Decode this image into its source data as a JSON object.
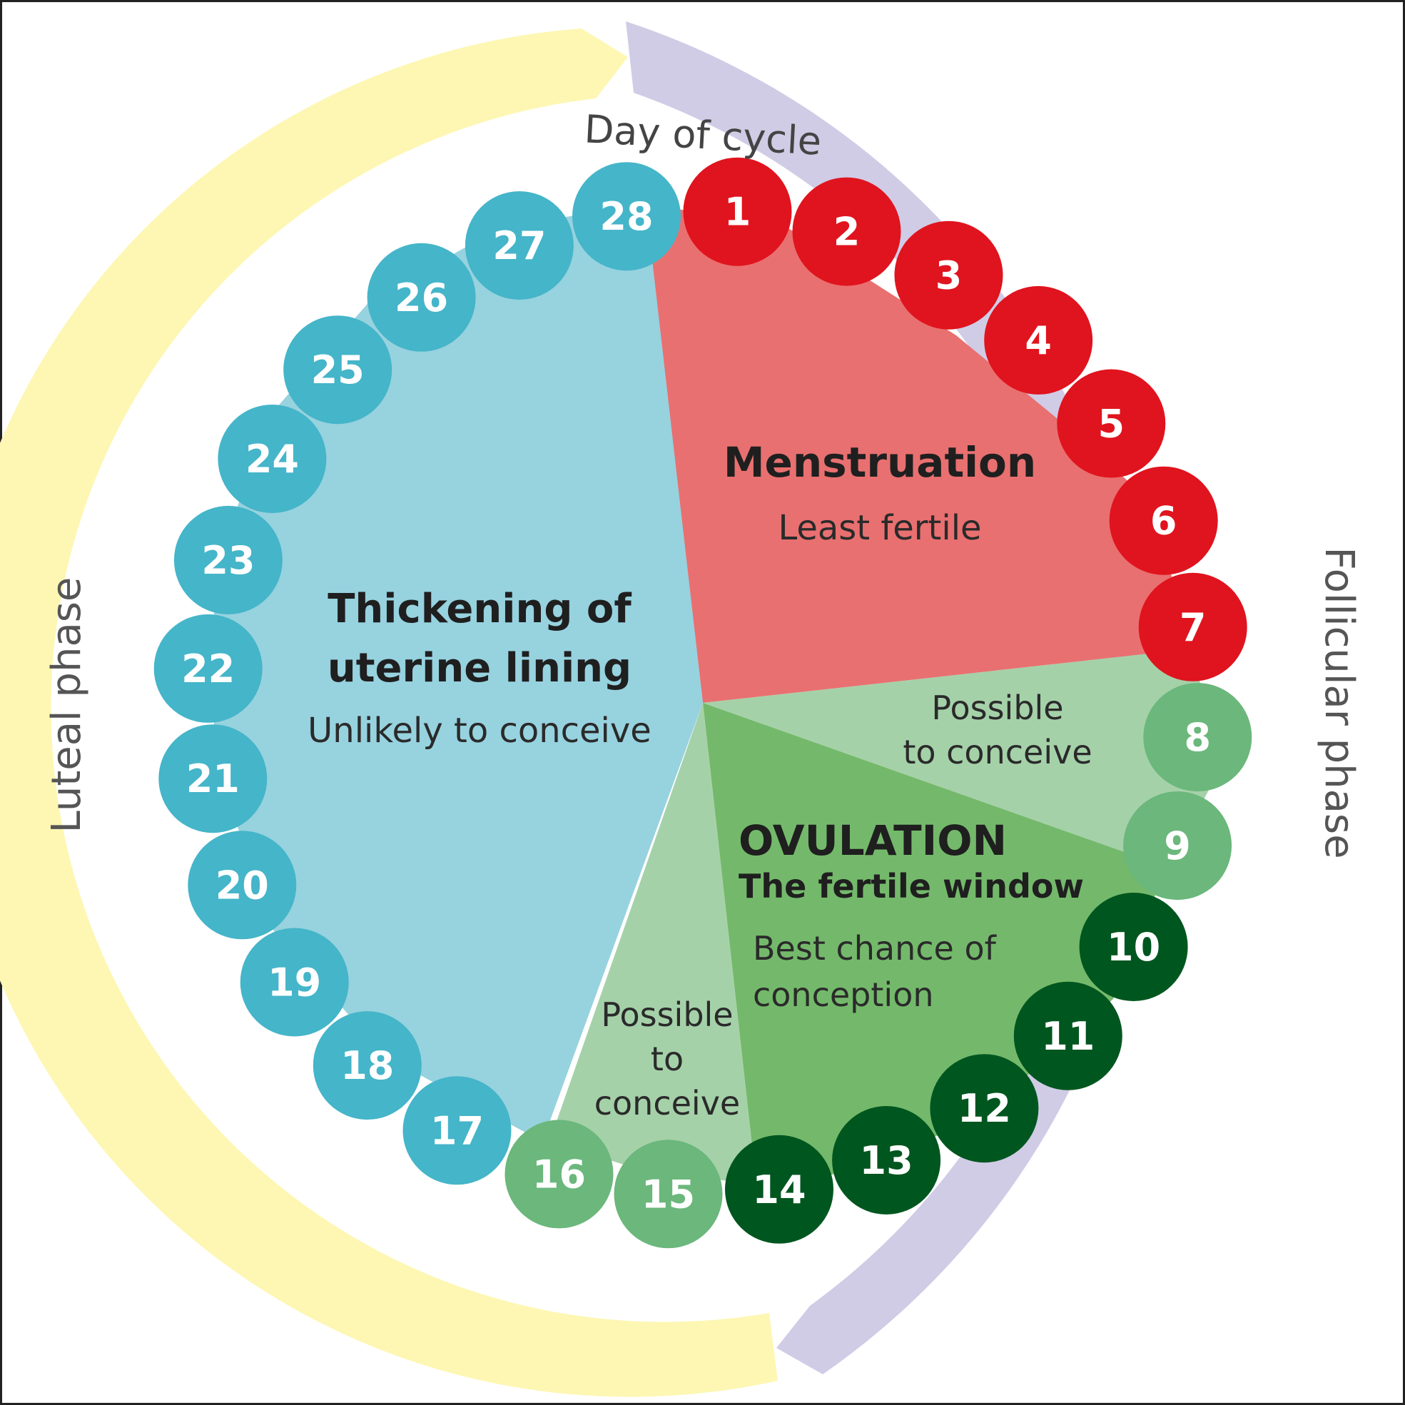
{
  "header": {
    "day_of_cycle": "Day of cycle"
  },
  "phases": {
    "follicular": "Follicular phase",
    "luteal": "Luteal phase"
  },
  "segments": {
    "menstruation": {
      "title": "Menstruation",
      "subtitle": "Least fertile",
      "color": "#e97070"
    },
    "possible_upper": {
      "line1": "Possible",
      "line2": "to conceive",
      "color": "#a5d1a9"
    },
    "ovulation": {
      "title": "OVULATION",
      "title2": "The fertile window",
      "body1": "Best chance of",
      "body2": "conception",
      "color": "#74b96b"
    },
    "possible_lower": {
      "line1": "Possible",
      "line2": "to",
      "line3": "conceive",
      "color": "#a5d1a9"
    },
    "luteal": {
      "title1": "Thickening of",
      "title2": "uterine lining",
      "subtitle": "Unlikely to conceive",
      "color": "#97d2df"
    }
  },
  "days": [
    {
      "n": "1",
      "color": "#e0141e"
    },
    {
      "n": "2",
      "color": "#e0141e"
    },
    {
      "n": "3",
      "color": "#e0141e"
    },
    {
      "n": "4",
      "color": "#e0141e"
    },
    {
      "n": "5",
      "color": "#e0141e"
    },
    {
      "n": "6",
      "color": "#e0141e"
    },
    {
      "n": "7",
      "color": "#e0141e"
    },
    {
      "n": "8",
      "color": "#6bb77c"
    },
    {
      "n": "9",
      "color": "#6bb77c"
    },
    {
      "n": "10",
      "color": "#00561f"
    },
    {
      "n": "11",
      "color": "#00561f"
    },
    {
      "n": "12",
      "color": "#00561f"
    },
    {
      "n": "13",
      "color": "#00561f"
    },
    {
      "n": "14",
      "color": "#00561f"
    },
    {
      "n": "15",
      "color": "#6bb77c"
    },
    {
      "n": "16",
      "color": "#6bb77c"
    },
    {
      "n": "17",
      "color": "#45b5c9"
    },
    {
      "n": "18",
      "color": "#45b5c9"
    },
    {
      "n": "19",
      "color": "#45b5c9"
    },
    {
      "n": "20",
      "color": "#45b5c9"
    },
    {
      "n": "21",
      "color": "#45b5c9"
    },
    {
      "n": "22",
      "color": "#45b5c9"
    },
    {
      "n": "23",
      "color": "#45b5c9"
    },
    {
      "n": "24",
      "color": "#45b5c9"
    },
    {
      "n": "25",
      "color": "#45b5c9"
    },
    {
      "n": "26",
      "color": "#45b5c9"
    },
    {
      "n": "27",
      "color": "#45b5c9"
    },
    {
      "n": "28",
      "color": "#45b5c9"
    }
  ],
  "colors": {
    "follicular_arc": "#d0cce6",
    "luteal_arc": "#fdf7b3"
  }
}
